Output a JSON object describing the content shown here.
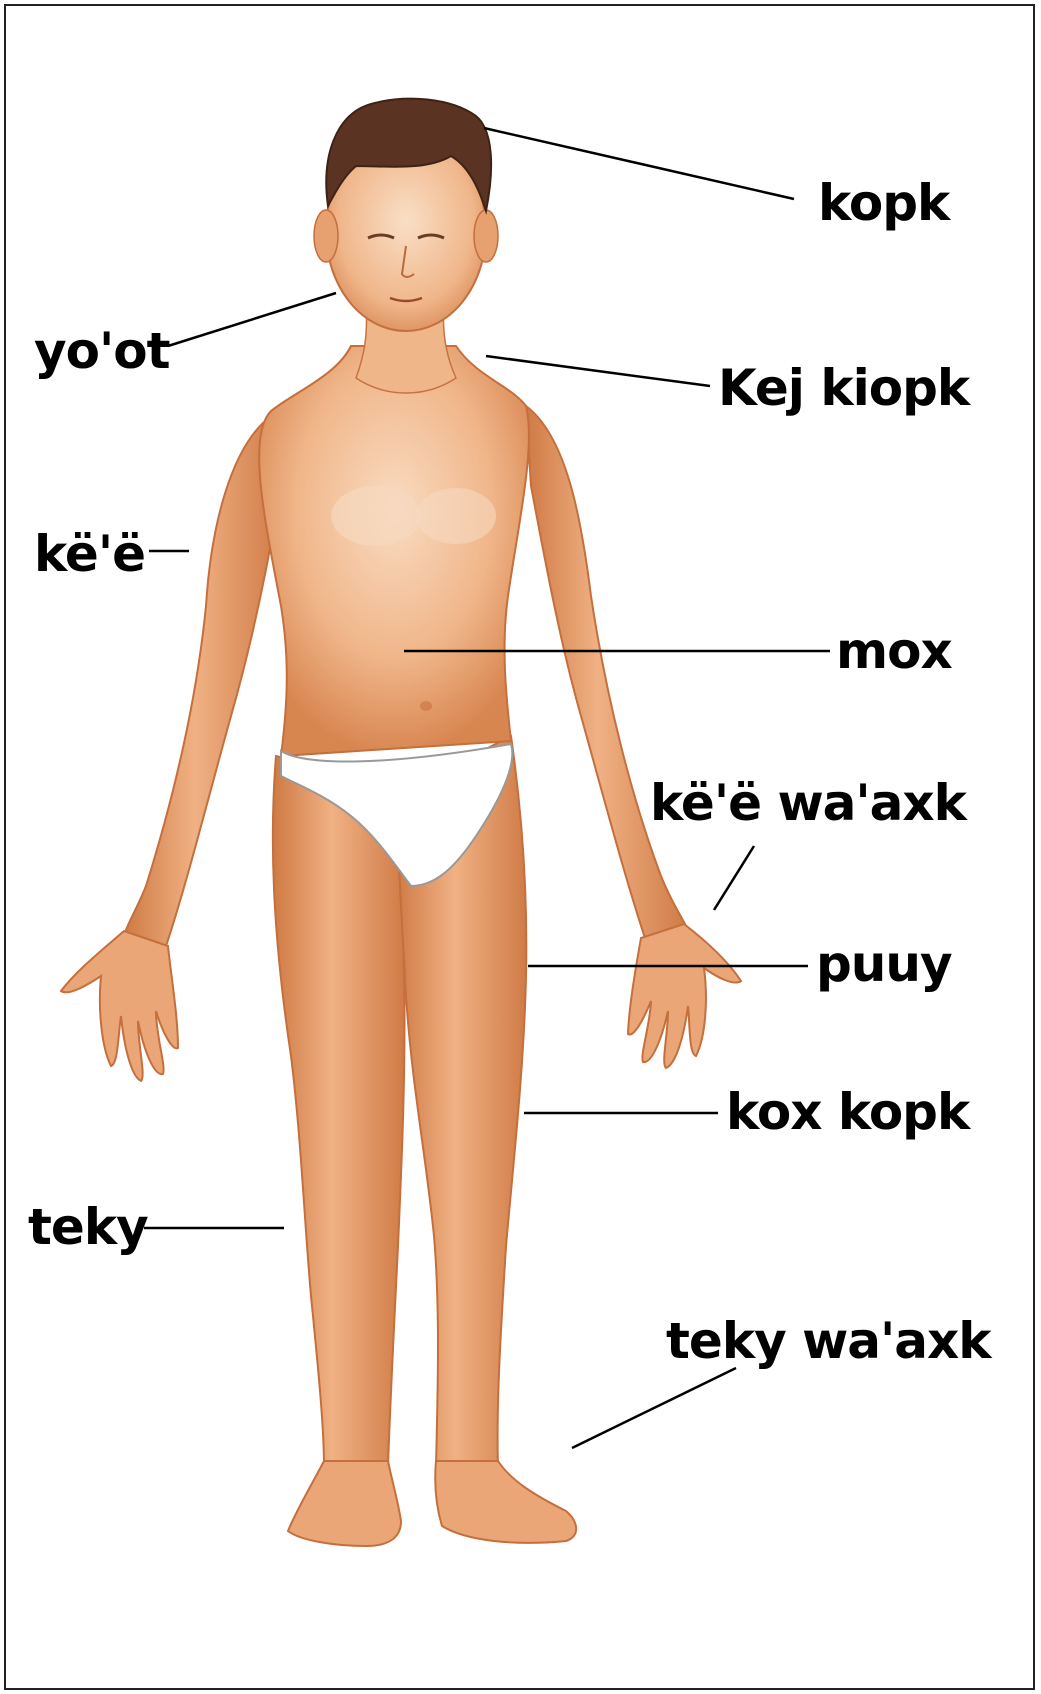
{
  "labels": {
    "kopk": "kopk",
    "yo_ot": "yo'ot",
    "kej_kiopk": "Kej kiopk",
    "ke_e": "kë'ë",
    "mox": "mox",
    "ke_e_wa_axk": "kë'ë wa'axk",
    "puuy": "puuy",
    "kox_kopk": "kox kopk",
    "teky": "teky",
    "teky_wa_axk": "teky wa'axk"
  },
  "colors": {
    "skin": "#eba677",
    "skin_shadow": "#c9723f",
    "skin_highlight": "#f7d9bf",
    "hair": "#5a3322",
    "underwear": "#ffffff",
    "leader_line": "#000000"
  }
}
